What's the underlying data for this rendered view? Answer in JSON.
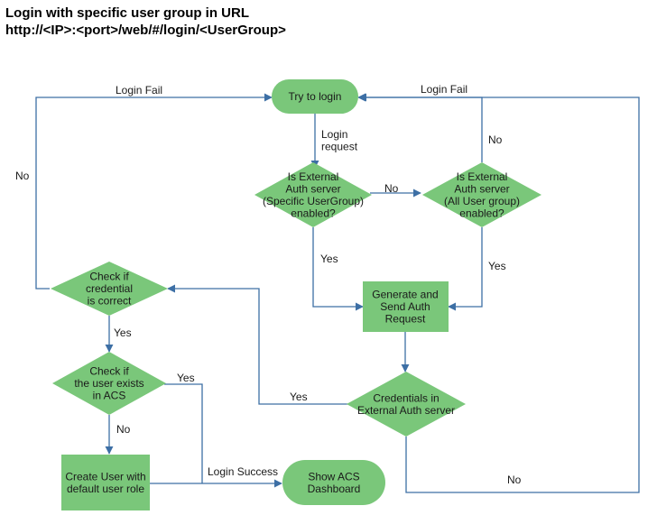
{
  "title": {
    "line1": "Login with specific user group in URL",
    "line2": "http://<IP>:<port>/web/#/login/<UserGroup>"
  },
  "colors": {
    "shape_fill": "#7ac77a",
    "arrow": "#3d6fa5"
  },
  "nodes": {
    "try_login": [
      "Try to login"
    ],
    "specific_auth": [
      "Is External",
      "Auth server",
      "(Specific UserGroup)",
      "enabled?"
    ],
    "all_auth": [
      "Is External",
      "Auth server",
      "(All User group)",
      "enabled?"
    ],
    "generate_auth": [
      "Generate and",
      "Send Auth",
      "Request"
    ],
    "check_credential": [
      "Check if",
      "credential",
      "is correct"
    ],
    "check_user": [
      "Check if",
      "the user exists",
      "in ACS"
    ],
    "credentials_external": [
      "Credentials in",
      "External Auth server"
    ],
    "create_user": [
      "Create User with",
      "default user role"
    ],
    "show_dashboard": [
      "Show ACS",
      "Dashboard"
    ]
  },
  "edge_labels": {
    "login_fail_left": "Login  Fail",
    "login_fail_right": "Login  Fail",
    "login_request": [
      "Login",
      "request"
    ],
    "no_specific_to_all": "No",
    "no_all_to_try": "No",
    "no_credential": "No",
    "yes_specific": "Yes",
    "yes_all": "Yes",
    "yes_credential": "Yes",
    "yes_user_exists": "Yes",
    "yes_external": "Yes",
    "no_user": "No",
    "login_success": "Login Success",
    "no_external": "No"
  }
}
